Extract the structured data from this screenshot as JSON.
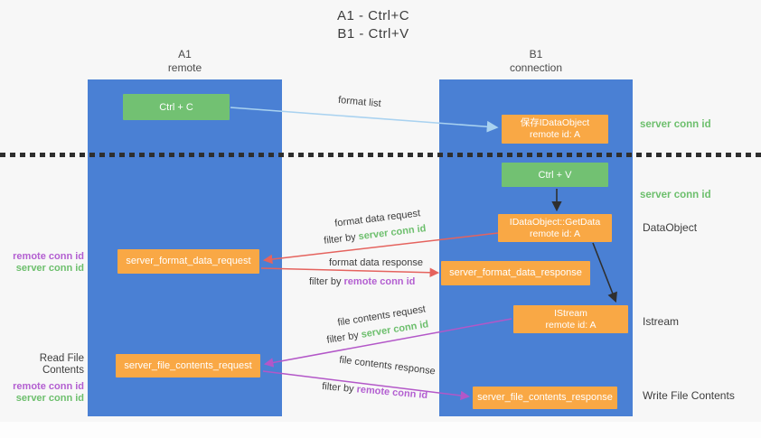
{
  "title": {
    "line1": "A1 - Ctrl+C",
    "line2": "B1 - Ctrl+V"
  },
  "colors": {
    "bg": "#f7f7f7",
    "lane": "#4a80d4",
    "green_box": "#72c172",
    "orange_box": "#f9a845",
    "red_arrow": "#e5635e",
    "blue_arrow": "#a9d2f0",
    "magenta_arrow": "#b357c8",
    "green_text": "#6dbf6d",
    "purple_text": "#b35fd1",
    "dark_text": "#3d3d3d",
    "black_arrow": "#2f2f2f"
  },
  "lanes": {
    "a1": {
      "name": "A1",
      "subtitle": "remote"
    },
    "b1": {
      "name": "B1",
      "subtitle": "connection"
    }
  },
  "nodes": {
    "ctrl_c": {
      "label": "Ctrl + C"
    },
    "ctrl_v": {
      "label": "Ctrl + V"
    },
    "save_idataobject": {
      "line1": "保存IDataObject",
      "line2": "remote id: A"
    },
    "getdata": {
      "line1": "IDataObject::GetData",
      "line2": "remote id: A"
    },
    "istream": {
      "line1": "IStream",
      "line2": "remote id: A"
    },
    "format_data_request": {
      "label": "server_format_data_request"
    },
    "format_data_response": {
      "label": "server_format_data_response"
    },
    "file_contents_request": {
      "label": "server_file_contents_request"
    },
    "file_contents_response": {
      "label": "server_file_contents_response"
    }
  },
  "arrows": {
    "format_list": {
      "label": "format list"
    },
    "format_data_request": {
      "label": "format data request",
      "filter_prefix": "filter by ",
      "filter_value": "server conn id"
    },
    "format_data_response": {
      "label": "format data response",
      "filter_prefix": "filter by ",
      "filter_value": "remote conn id"
    },
    "file_contents_request": {
      "label": "file contents request",
      "filter_prefix": "filter by ",
      "filter_value": "server conn id"
    },
    "file_contents_response": {
      "label": "file contents response",
      "filter_prefix": "filter by ",
      "filter_value": "remote conn id"
    }
  },
  "side_labels": {
    "right_server_conn_id_top": "server conn id",
    "right_server_conn_id_mid": "server conn id",
    "right_dataobject": "DataObject",
    "right_istream": "Istream",
    "right_write_file_contents": "Write File Contents",
    "left_remote_conn_id_1": "remote conn id",
    "left_server_conn_id_1": "server conn id",
    "left_read_file_contents": "Read File Contents",
    "left_remote_conn_id_2": "remote conn id",
    "left_server_conn_id_2": "server conn id"
  }
}
